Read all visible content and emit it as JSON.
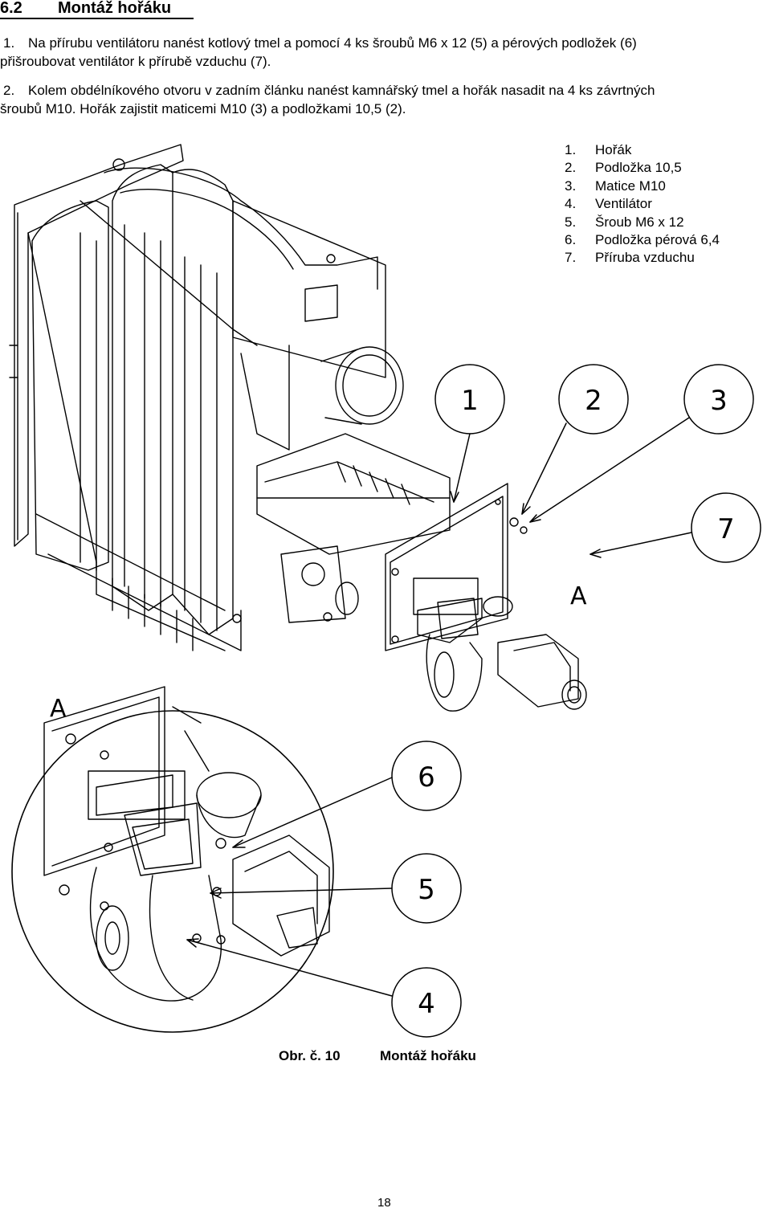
{
  "section": {
    "number": "6.2",
    "title": "Montáž hořáku"
  },
  "steps": [
    {
      "number": "1.",
      "lines": [
        "Na přírubu ventilátoru nanést kotlový tmel a pomocí 4 ks šroubů M6 x 12 (5) a pérových podložek (6)",
        "přišroubovat ventilátor k přírubě vzduchu (7)."
      ]
    },
    {
      "number": "2.",
      "lines": [
        "Kolem obdélníkového otvoru v zadním článku nanést kamnářský tmel a hořák nasadit na 4 ks závrtných",
        "šroubů M10. Hořák zajistit maticemi M10 (3) a podložkami 10,5 (2)."
      ]
    }
  ],
  "legend": [
    {
      "index": "1.",
      "label": "Hořák"
    },
    {
      "index": "2.",
      "label": "Podložka 10,5"
    },
    {
      "index": "3.",
      "label": "Matice M10"
    },
    {
      "index": "4.",
      "label": "Ventilátor"
    },
    {
      "index": "5.",
      "label": "Šroub M6 x 12"
    },
    {
      "index": "6.",
      "label": "Podložka pérová 6,4"
    },
    {
      "index": "7.",
      "label": "Příruba vzduchu"
    }
  ],
  "callouts": [
    "1",
    "2",
    "3",
    "7",
    "6",
    "5",
    "4"
  ],
  "detail_marks": [
    "A",
    "A"
  ],
  "caption": {
    "number": "Obr. č. 10",
    "title": "Montáž hořáku"
  },
  "page_number": "18"
}
